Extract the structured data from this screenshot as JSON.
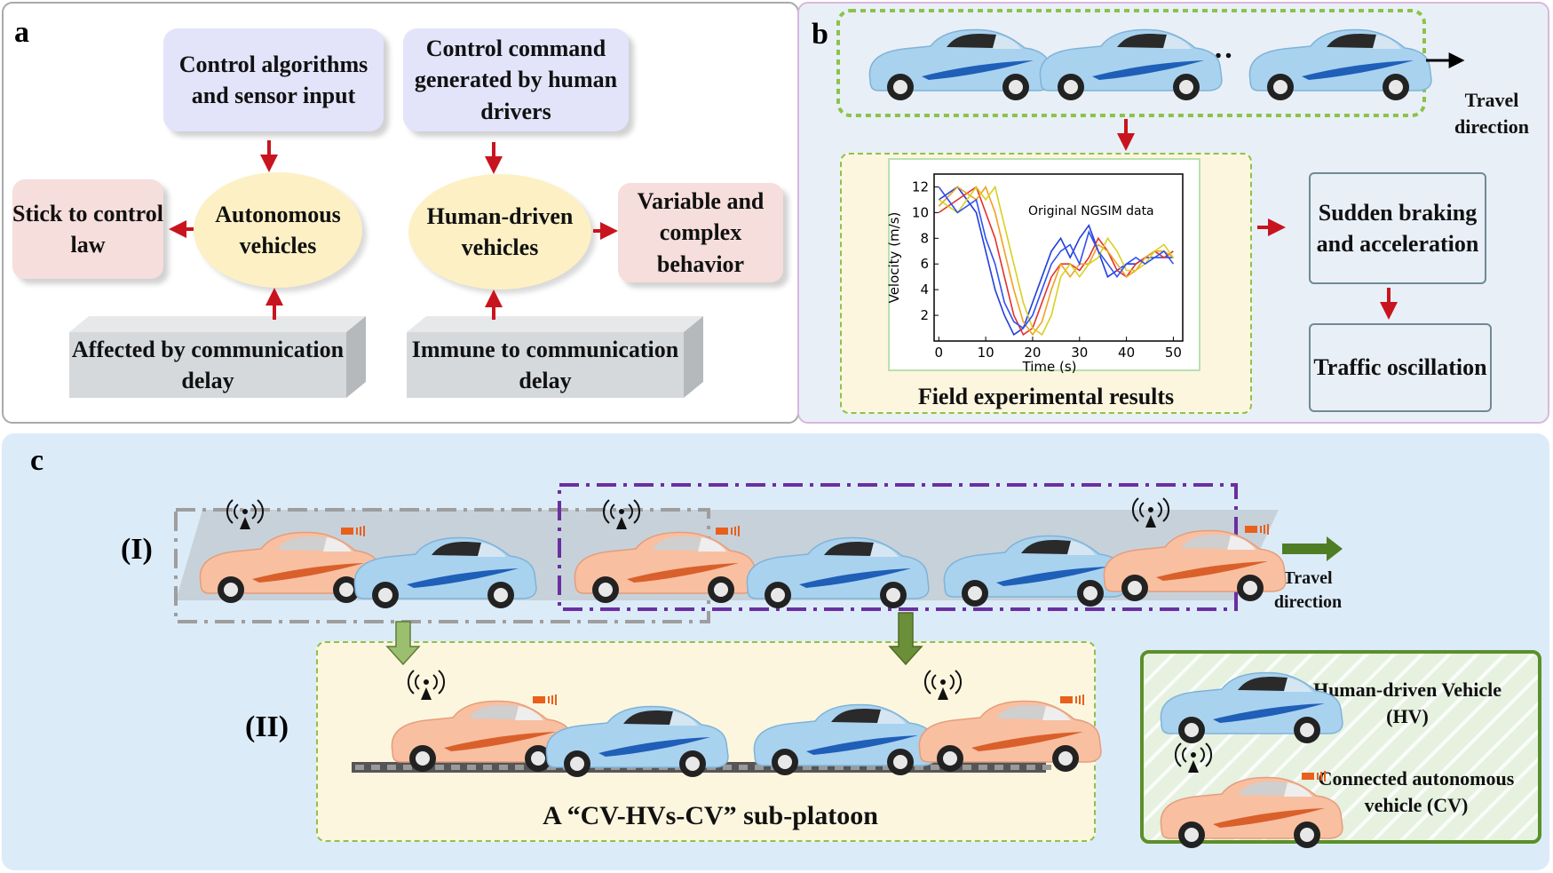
{
  "panel_a": {
    "label": "a",
    "top_left": "Control algorithms and sensor input",
    "top_right": "Control command generated by human drivers",
    "ellipse_left": "Autonomous vehicles",
    "ellipse_right": "Human-driven vehicles",
    "side_left": "Stick to control law",
    "side_right": "Variable and complex behavior",
    "bottom_left": "Affected by communication delay",
    "bottom_right": "Immune to communication delay"
  },
  "panel_b": {
    "label": "b",
    "ellipsis": "…",
    "travel": "Travel direction",
    "results_caption": "Field experimental results",
    "box_top": "Sudden braking and acceleration",
    "box_bottom": "Traffic oscillation"
  },
  "panel_c": {
    "label": "c",
    "row1": "(I)",
    "row2": "(II)",
    "ellipsis": "…",
    "ellipsis2": "… …",
    "travel": "Travel direction",
    "caption": "A “CV-HVs-CV” sub-platoon",
    "legend_hv": "Human-driven Vehicle (HV)",
    "legend_cv": "Connected autonomous vehicle (CV)"
  },
  "chart_data": {
    "type": "line",
    "title": "",
    "annotation": "Original NGSIM data",
    "xlabel": "Time (s)",
    "ylabel": "Velocity (m/s)",
    "xlim": [
      -1,
      52
    ],
    "ylim": [
      0,
      13
    ],
    "xticks": [
      0,
      10,
      20,
      30,
      40,
      50
    ],
    "yticks": [
      2,
      4,
      6,
      8,
      10,
      12
    ],
    "series": [
      {
        "color": "#1f3fd8",
        "x": [
          0,
          4,
          8,
          10,
          12,
          14,
          16,
          18,
          20,
          22,
          24,
          26,
          28,
          30,
          32,
          34,
          36,
          38,
          40,
          42,
          44,
          46,
          48,
          50
        ],
        "y": [
          11,
          12,
          10,
          7,
          4,
          2,
          0.5,
          1,
          3,
          5,
          7,
          8,
          6.5,
          8,
          9,
          7,
          5,
          5.5,
          6,
          6,
          6.5,
          6.5,
          6.5,
          6.5
        ]
      },
      {
        "color": "#e3302b",
        "x": [
          0,
          4,
          8,
          10,
          12,
          14,
          16,
          18,
          20,
          22,
          24,
          26,
          28,
          30,
          32,
          34,
          36,
          38,
          40,
          42,
          44,
          46,
          48,
          50
        ],
        "y": [
          10,
          11,
          12,
          10,
          8,
          5,
          2,
          0.5,
          1,
          3,
          5,
          6,
          6,
          5.5,
          6.5,
          8,
          7,
          5.5,
          5,
          6,
          6.5,
          7,
          6.5,
          7
        ]
      },
      {
        "color": "#f0a020",
        "x": [
          0,
          4,
          8,
          10,
          12,
          14,
          16,
          18,
          20,
          22,
          24,
          26,
          28,
          30,
          32,
          34,
          36,
          38,
          40,
          42,
          44,
          46,
          48,
          50
        ],
        "y": [
          10.5,
          12,
          11,
          12,
          10,
          7,
          4,
          1.5,
          0.5,
          1.5,
          4,
          6,
          5,
          6,
          6,
          7.5,
          7,
          6,
          5,
          5.5,
          6.5,
          7,
          7,
          6.5
        ]
      },
      {
        "color": "#d8d020",
        "x": [
          0,
          4,
          8,
          10,
          12,
          14,
          16,
          18,
          20,
          22,
          24,
          26,
          28,
          30,
          32,
          34,
          36,
          38,
          40,
          42,
          44,
          46,
          48,
          50
        ],
        "y": [
          11,
          10,
          12,
          11,
          12,
          9,
          6,
          3,
          1,
          0.5,
          2,
          5,
          6,
          5,
          6,
          6.5,
          8,
          7,
          5.5,
          5.5,
          6,
          7,
          7.5,
          6.5
        ]
      },
      {
        "color": "#3050f0",
        "x": [
          0,
          4,
          8,
          10,
          12,
          14,
          16,
          18,
          20,
          22,
          24,
          26,
          28,
          30,
          32,
          34,
          36,
          38,
          40,
          42,
          44,
          46,
          48,
          50
        ],
        "y": [
          12,
          10,
          11,
          8,
          6,
          3,
          1.5,
          1,
          2,
          4,
          6,
          7,
          7.5,
          6,
          8.5,
          7,
          6,
          5,
          6,
          6.5,
          6,
          6.5,
          7,
          6
        ]
      }
    ]
  }
}
